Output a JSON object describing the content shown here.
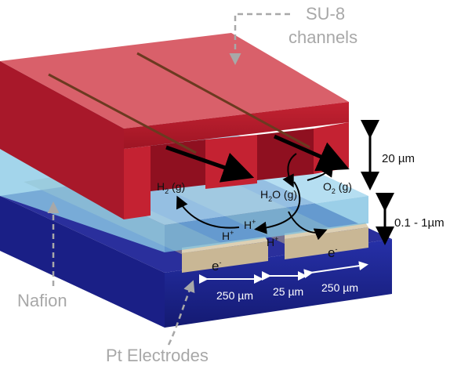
{
  "labels": {
    "su8": [
      "SU-8",
      "channels"
    ],
    "nafion": "Nafion",
    "pt_electrodes": "Pt Electrodes",
    "channel_height": "20 µm",
    "nafion_thickness": "0.1 - 1µm",
    "electrode_width": "250 µm",
    "gap_width": "25 µm"
  },
  "species": {
    "h2_main": "H",
    "h2_sub": "2",
    "h2_state": " (g)",
    "h2o_main": "H",
    "h2o_sub": "2",
    "h2o_rest": "O (g)",
    "o2_main": "O",
    "o2_sub": "2",
    "o2_state": " (g)",
    "proton": "H",
    "proton_charge": "+",
    "electron": "e",
    "electron_charge": "-"
  },
  "colors": {
    "su8_front": "#b81c2c",
    "su8_top": "#d9606a",
    "nafion": "#8ccbe6",
    "substrate": "#1e2592",
    "electrode": "#c9b795",
    "callout": "#a8a8a8"
  }
}
